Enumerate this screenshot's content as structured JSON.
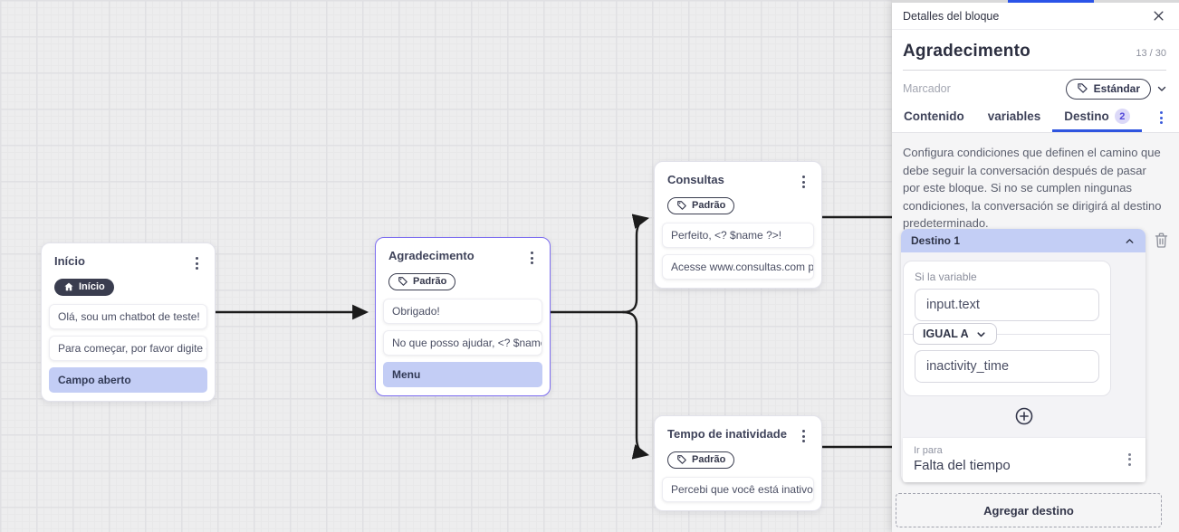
{
  "colors": {
    "accent_blue": "#2f55e0",
    "highlight_row": "#c3cdf5",
    "selected_node_border": "#7d6ef0",
    "destination_header_bg": "#c3cef5",
    "connector": "#1b1b1b",
    "badge_dark_bg": "#3a3d4f",
    "tab_badge_bg": "#dcd9f8",
    "tab_badge_text": "#5146d8"
  },
  "canvas": {
    "nodes": [
      {
        "title": "Início",
        "badge": {
          "label": "Início",
          "icon": "home-icon",
          "style": "dark"
        },
        "items": [
          {
            "text": "Olá, sou um chatbot de teste!",
            "type": "message"
          },
          {
            "text": "Para começar, por favor digite o ...",
            "type": "message"
          },
          {
            "text": "Campo aberto",
            "type": "action"
          }
        ]
      },
      {
        "title": "Agradecimento",
        "selected": true,
        "badge": {
          "label": "Padrão",
          "icon": "tag-icon",
          "style": "outline"
        },
        "items": [
          {
            "text": "Obrigado!",
            "type": "message"
          },
          {
            "text": "No que posso ajudar, <? $name ...",
            "type": "message"
          },
          {
            "text": "Menu",
            "type": "action"
          }
        ]
      },
      {
        "title": "Consultas",
        "badge": {
          "label": "Padrão",
          "icon": "tag-icon",
          "style": "outline"
        },
        "items": [
          {
            "text": "Perfeito, <? $name ?>!",
            "type": "message"
          },
          {
            "text": "Acesse www.consultas.com par...",
            "type": "message"
          }
        ]
      },
      {
        "title": "Tempo de inatividade",
        "badge": {
          "label": "Padrão",
          "icon": "tag-icon",
          "style": "outline"
        },
        "items": [
          {
            "text": "Percebi que você está inativo. C...",
            "type": "message"
          }
        ]
      }
    ]
  },
  "panel": {
    "header": {
      "title": "Detalles del bloque"
    },
    "block_name": "Agradecimento",
    "char_counter": "13 / 30",
    "marcador": {
      "label": "Marcador",
      "value": "Estándar"
    },
    "tabs": [
      {
        "label": "Contenido"
      },
      {
        "label": "variables"
      },
      {
        "label": "Destino",
        "badge": "2"
      }
    ],
    "description": "Configura condiciones que definen el camino que debe seguir la conversación después de pasar por este bloque. Si no se cumplen ningunas condiciones, la conversación se dirigirá al destino predeterminado.",
    "destination": {
      "title": "Destino 1",
      "condition": {
        "variable_label": "Si la variable",
        "variable_value": "input.text",
        "operator": "IGUAL A",
        "value": "inactivity_time"
      },
      "go_to_label": "Ir para",
      "go_to_value": "Falta del tiempo"
    },
    "add_destination_label": "Agregar destino"
  }
}
